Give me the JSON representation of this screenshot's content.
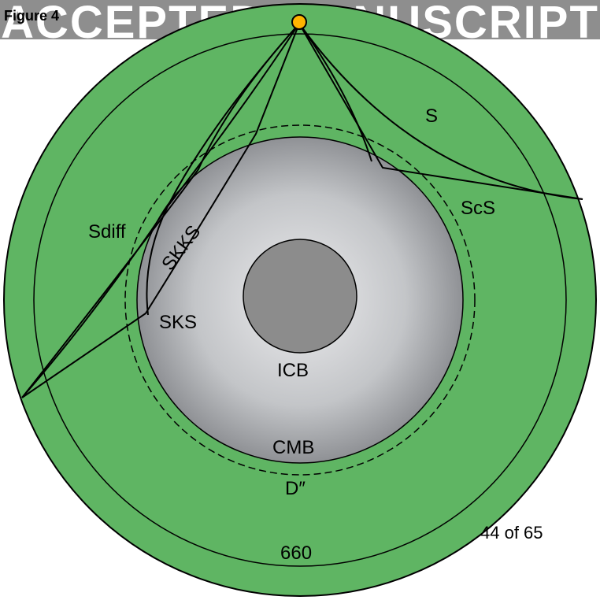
{
  "figure_label": "Figure 4",
  "watermark": "ACCEPTED MANUSCRIPT",
  "page_number": "44 of 65",
  "layers": {
    "discontinuity_660": "660",
    "d_double_prime": "D″",
    "cmb": "CMB",
    "icb": "ICB"
  },
  "phases": {
    "s": "S",
    "scs": "ScS",
    "sdiff": "Sdiff",
    "skks": "SKKS",
    "sks": "SKS"
  },
  "colors": {
    "mantle": "#5fb563",
    "outer_core_light": "#ececee",
    "outer_core_dark": "#8f9195",
    "inner_core": "#8c8c8c",
    "source": "#ffb400",
    "watermark_band": "#8e8e8e"
  }
}
